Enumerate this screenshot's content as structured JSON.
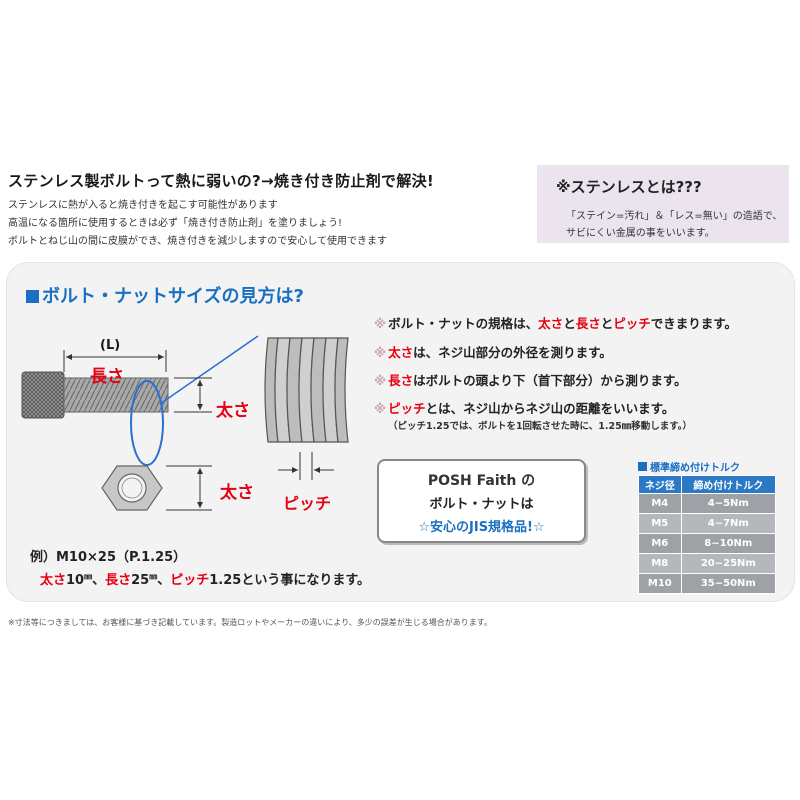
{
  "intro": {
    "headline": "ステンレス製ボルトって熱に弱いの?→焼き付き防止剤で解決!",
    "lines": [
      "ステンレスに熱が入ると焼き付きを起こす可能性があります",
      "高温になる箇所に使用するときは必ず「焼き付き防止剤」を塗りましょう!",
      "ボルトとねじ山の間に皮膜ができ、焼き付きを減少しますので安心して使用できます"
    ]
  },
  "aside": {
    "title": "※ステンレスとは???",
    "lines": [
      "「ステイン=汚れ」＆「レス=無い」の造語で、",
      "サビにくい金属の事をいいます。"
    ]
  },
  "section": {
    "title": "ボルト・ナットサイズの見方は?"
  },
  "diagram": {
    "length_label": "(L)",
    "nagasa": "長さ",
    "futosa1": "太さ",
    "futosa2": "太さ",
    "pitch": "ピッチ"
  },
  "notes": {
    "n1": {
      "mark": "※",
      "a": "ボルト・ナットの規格は、",
      "b": "太さ",
      "c": "と",
      "d": "長さ",
      "e": "と",
      "f": "ピッチ",
      "g": "できまります。"
    },
    "n2": {
      "mark": "※",
      "a": "太さ",
      "b": "は、ネジ山部分の外径を測ります。"
    },
    "n3": {
      "mark": "※",
      "a": "長さ",
      "b": "はボルトの頭より下（首下部分）から測ります。"
    },
    "n4": {
      "mark": "※",
      "a": "ピッチ",
      "b": "とは、ネジ山からネジ山の距離をいいます。"
    },
    "n5": "（ピッチ1.25では、ボルトを1回転させた時に、1.25㎜移動します。）"
  },
  "posh": {
    "line1": "POSH Faith の",
    "line2": "ボルト・ナットは",
    "line3": "☆安心のJIS規格品!☆"
  },
  "torque": {
    "title": "標準締め付けトルク",
    "headers": [
      "ネジ径",
      "締め付けトルク"
    ],
    "rows": [
      [
        "M4",
        "4~5Nm"
      ],
      [
        "M5",
        "4~7Nm"
      ],
      [
        "M6",
        "8~10Nm"
      ],
      [
        "M8",
        "20~25Nm"
      ],
      [
        "M10",
        "35~50Nm"
      ]
    ]
  },
  "example": {
    "line1": "例）M10×25（P.1.25）",
    "futosa": "太さ",
    "futosa_val": "10",
    "unit": "㎜",
    "sep": "、",
    "nagasa": "長さ",
    "nagasa_val": "25",
    "pitch": "ピッチ",
    "pitch_val": "1.25",
    "tail": "という事になります。"
  },
  "footnote": "※寸法等につきましては、お客様に基づき記載しています。製造ロットやメーカーの違いにより、多少の誤差が生じる場合があります。",
  "colors": {
    "accent_blue": "#1a6fc2",
    "accent_red": "#e60012",
    "panel_bg": "#f3f3f3",
    "aside_bg": "#ebe4ee"
  }
}
